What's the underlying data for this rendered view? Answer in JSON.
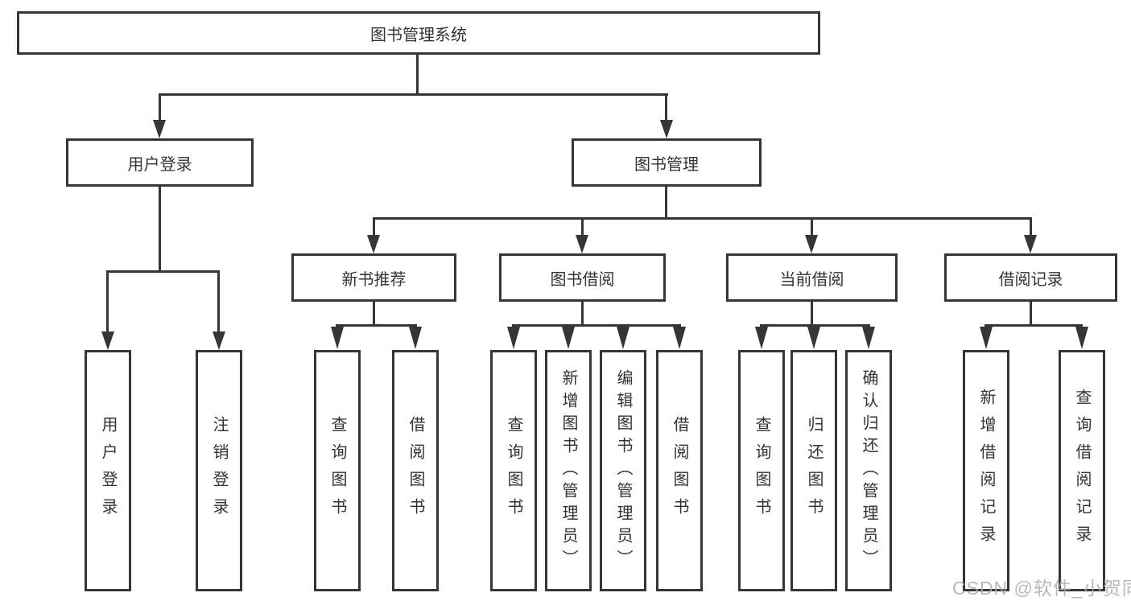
{
  "nodes": {
    "root": "图书管理系统",
    "user_login": "用户登录",
    "book_mgmt": "图书管理",
    "new_books": "新书推荐",
    "book_borrow": "图书借阅",
    "current_borrow": "当前借阅",
    "borrow_records": "借阅记录",
    "leaf_user_login": "用户登录",
    "leaf_logout": "注销登录",
    "leaf_nb_query": "查询图书",
    "leaf_nb_borrow": "借阅图书",
    "leaf_bb_query": "查询图书",
    "leaf_bb_add": "新增图书（管理员）",
    "leaf_bb_edit": "编辑图书（管理员）",
    "leaf_bb_borrow": "借阅图书",
    "leaf_cb_query": "查询图书",
    "leaf_cb_return": "归还图书",
    "leaf_cb_confirm": "确认归还（管理员）",
    "leaf_br_add": "新增借阅记录",
    "leaf_br_query": "查询借阅记录"
  },
  "hierarchy": {
    "图书管理系统": {
      "用户登录": [
        "用户登录",
        "注销登录"
      ],
      "图书管理": {
        "新书推荐": [
          "查询图书",
          "借阅图书"
        ],
        "图书借阅": [
          "查询图书",
          "新增图书（管理员）",
          "编辑图书（管理员）",
          "借阅图书"
        ],
        "当前借阅": [
          "查询图书",
          "归还图书",
          "确认归还（管理员）"
        ],
        "借阅记录": [
          "新增借阅记录",
          "查询借阅记录"
        ]
      }
    }
  },
  "watermark": {
    "text": "CSDN @软件_小贺同学"
  },
  "colors": {
    "line": "#363636",
    "text": "#333333",
    "background": "#ffffff",
    "watermark": "#acacac"
  }
}
